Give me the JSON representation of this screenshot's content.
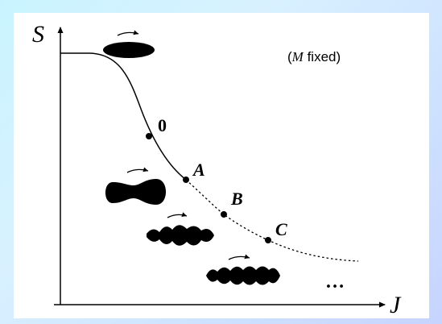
{
  "axes": {
    "y_label": "S",
    "x_label": "J"
  },
  "note": {
    "open": "(",
    "variable": "M",
    "rest": "  fixed)"
  },
  "points": {
    "zero": "0",
    "a": "A",
    "b": "B",
    "c": "C"
  },
  "ellipsis": "…",
  "colors": {
    "background": "#c9f4ff",
    "panel": "#ffffff",
    "ink": "#000000"
  }
}
